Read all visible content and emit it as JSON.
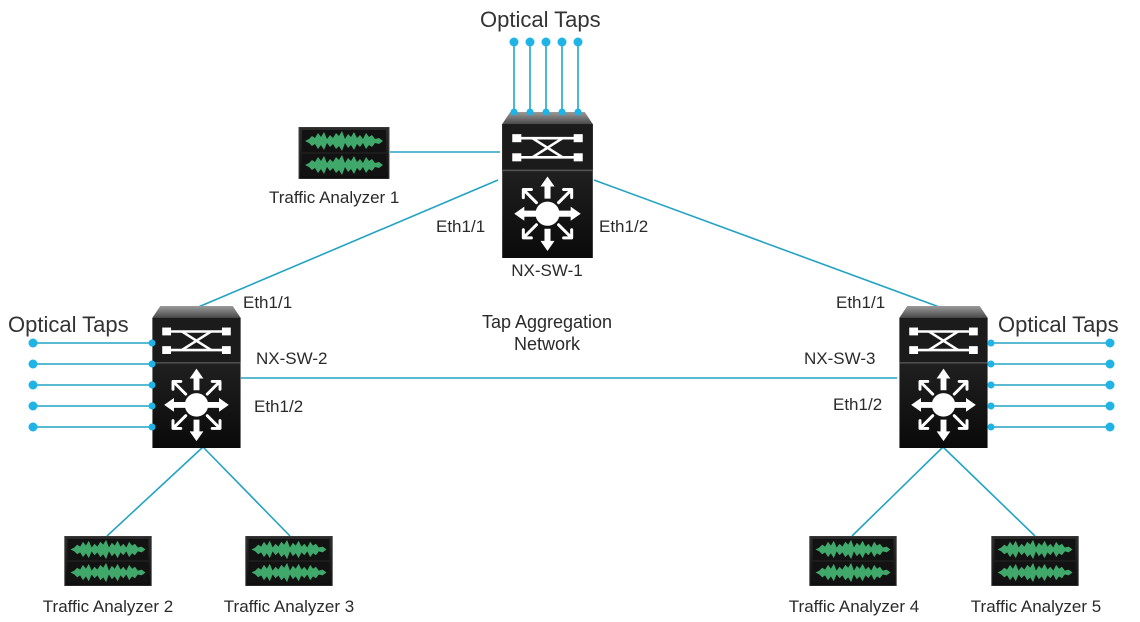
{
  "diagram": {
    "center_label_line1": "Tap Aggregation",
    "center_label_line2": "Network",
    "colors": {
      "link": "#23a3c4",
      "tap_dot": "#1fb3e6",
      "switch_dark": "#111111",
      "analyzer_wave": "#3fa86a"
    },
    "switches": [
      {
        "id": "sw1",
        "name": "NX-SW-1"
      },
      {
        "id": "sw2",
        "name": "NX-SW-2"
      },
      {
        "id": "sw3",
        "name": "NX-SW-3"
      }
    ],
    "ports": {
      "sw1_left": "Eth1/1",
      "sw1_right": "Eth1/2",
      "sw2_top": "Eth1/1",
      "sw2_mid": "Eth1/2",
      "sw3_top": "Eth1/1",
      "sw3_mid": "Eth1/2"
    },
    "tap_groups": [
      {
        "id": "top",
        "label": "Optical Taps",
        "count": 5
      },
      {
        "id": "left",
        "label": "Optical Taps",
        "count": 5
      },
      {
        "id": "right",
        "label": "Optical Taps",
        "count": 5
      }
    ],
    "analyzers": [
      {
        "id": "a1",
        "label": "Traffic Analyzer 1"
      },
      {
        "id": "a2",
        "label": "Traffic Analyzer 2"
      },
      {
        "id": "a3",
        "label": "Traffic Analyzer 3"
      },
      {
        "id": "a4",
        "label": "Traffic Analyzer 4"
      },
      {
        "id": "a5",
        "label": "Traffic Analyzer 5"
      }
    ]
  }
}
